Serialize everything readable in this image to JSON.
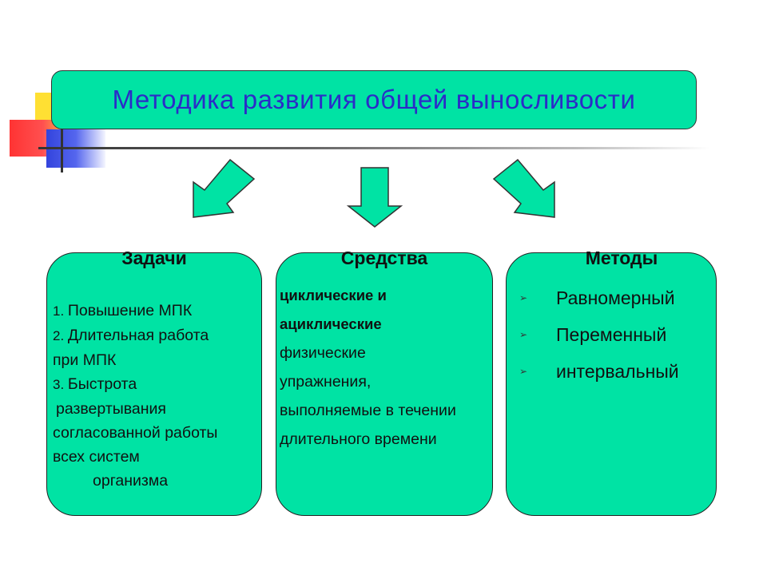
{
  "title": "Методика развития общей выносливости",
  "columns": [
    {
      "heading": "Задачи",
      "lines": [
        "1. ",
        "Повышение МПК",
        "2. ",
        "Длительная работа",
        "при МПК",
        "3. ",
        "Быстрота",
        "развертывания",
        "согласованной работы",
        "всех систем",
        "организма"
      ]
    },
    {
      "heading": "Средства",
      "bold_lines": [
        "циклические и",
        "ациклические"
      ],
      "lines": [
        "физические",
        "упражнения,",
        "выполняемые в течении",
        "длительного времени"
      ]
    },
    {
      "heading": "Методы",
      "bullet": "➢",
      "items": [
        "Равномерный",
        "Переменный",
        "интервальный"
      ]
    }
  ],
  "colors": {
    "box_fill": "#00e3a4",
    "title_text": "#2b2cc8",
    "arrow_fill": "#00e3a4"
  }
}
